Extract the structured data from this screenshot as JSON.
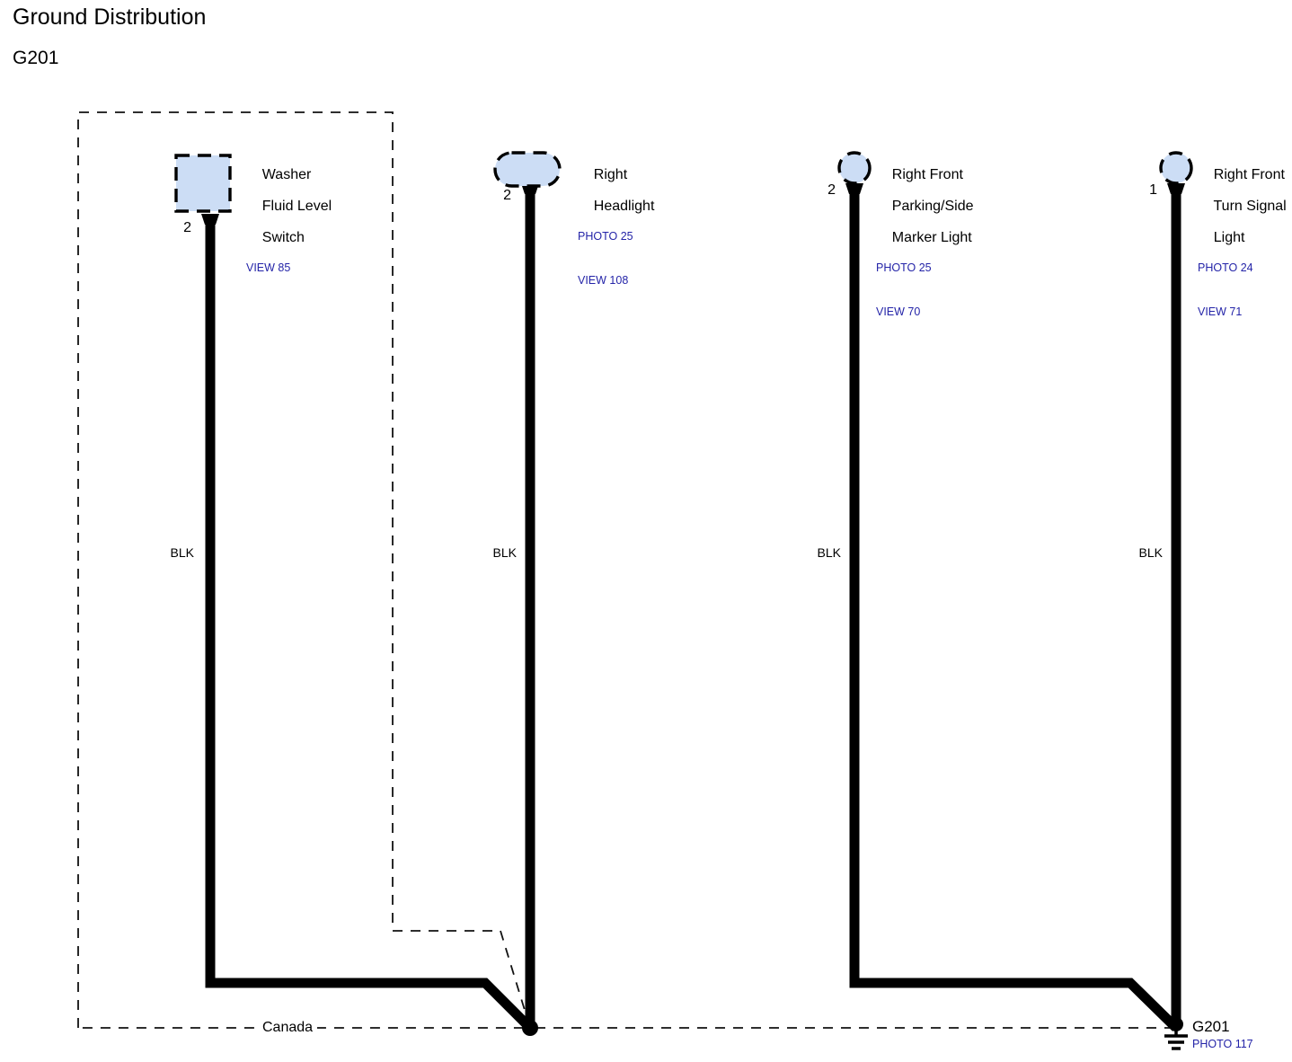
{
  "header": {
    "title": "Ground Distribution",
    "subtitle": "G201"
  },
  "colors": {
    "wire_black": "#000000",
    "component_fill": "#ccddf5",
    "component_stroke": "#000000",
    "reference_text": "#2424a8",
    "background": "#ffffff"
  },
  "region": {
    "label": "Canada",
    "style": "dashed-boundary"
  },
  "components": [
    {
      "id": "washer-fluid-level-switch",
      "shape": "square",
      "name_lines": [
        "Washer",
        "Fluid Level",
        "Switch"
      ],
      "name": "Washer Fluid Level Switch",
      "refs": [
        "VIEW 85"
      ],
      "pin": "2",
      "wire_color": "BLK"
    },
    {
      "id": "right-headlight",
      "shape": "pill",
      "name_lines": [
        "Right",
        "Headlight"
      ],
      "name": "Right Headlight",
      "refs": [
        "PHOTO 25",
        "VIEW 108"
      ],
      "pin": "2",
      "wire_color": "BLK"
    },
    {
      "id": "right-front-parking-side-marker-light",
      "shape": "circle",
      "name_lines": [
        "Right Front",
        "Parking/Side",
        "Marker Light"
      ],
      "name": "Right Front Parking/Side Marker Light",
      "refs": [
        "PHOTO 25",
        "VIEW 70"
      ],
      "pin": "2",
      "wire_color": "BLK"
    },
    {
      "id": "right-front-turn-signal-light",
      "shape": "circle",
      "name_lines": [
        "Right Front",
        "Turn Signal",
        "Light"
      ],
      "name": "Right Front Turn Signal Light",
      "refs": [
        "PHOTO 24",
        "VIEW 71"
      ],
      "pin": "1",
      "wire_color": "BLK"
    }
  ],
  "ground": {
    "id": "G201",
    "label": "G201",
    "ref": "PHOTO 117"
  }
}
